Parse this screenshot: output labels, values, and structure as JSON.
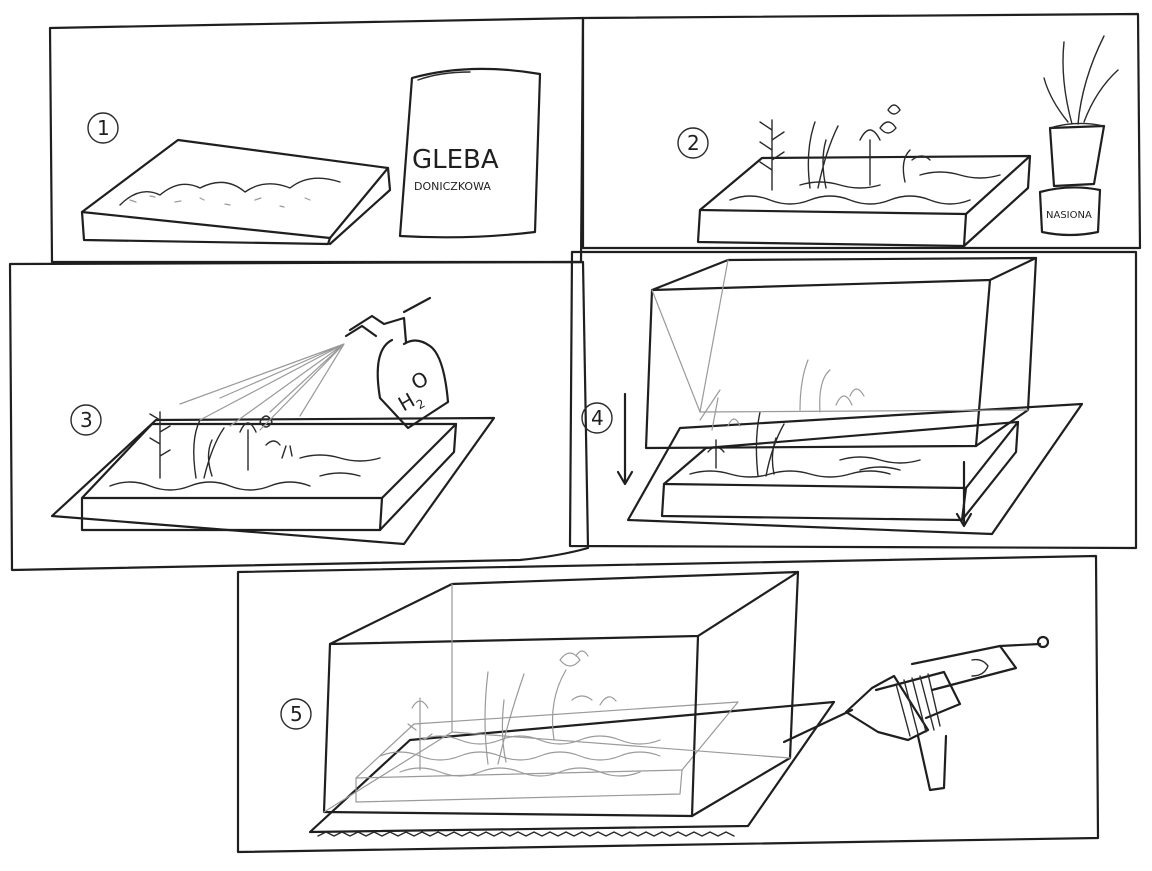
{
  "steps": [
    {
      "number": "1"
    },
    {
      "number": "2"
    },
    {
      "number": "3"
    },
    {
      "number": "4"
    },
    {
      "number": "5"
    }
  ],
  "labels": {
    "soil_bag_line1": "GLEBA",
    "soil_bag_line2": "DONICZKOWA",
    "seed_packet": "NASIONA",
    "spray_h": "H",
    "spray_sub": "2",
    "spray_o": "O"
  }
}
